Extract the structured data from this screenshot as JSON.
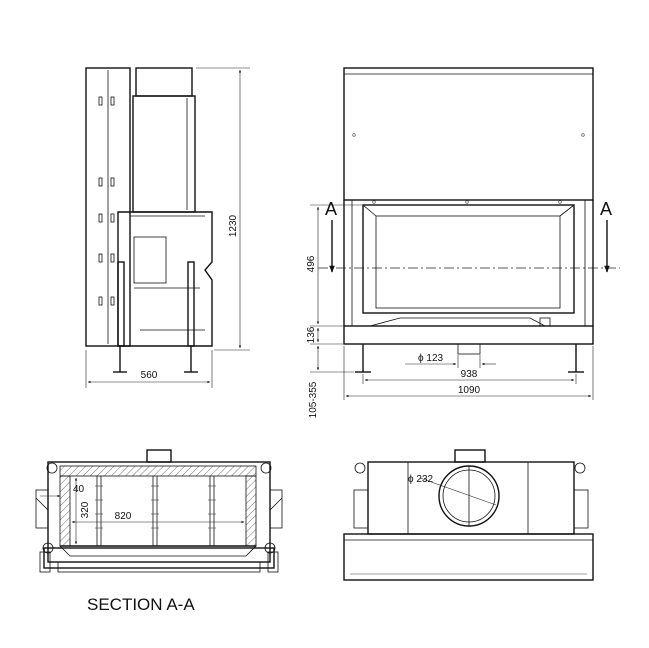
{
  "dimensions": {
    "side_height": "1230",
    "side_depth": "560",
    "front_width": "1090",
    "front_inner": "938",
    "front_glass_height": "496",
    "front_base_height": "136",
    "feet_range": "105-355",
    "flue_diameter_front": "ϕ 123",
    "plan_depth_40": "40",
    "plan_depth_320": "320",
    "plan_width_820": "820",
    "flue_diameter_plan": "ϕ 232"
  },
  "section": {
    "marker_left": "A",
    "marker_right": "A",
    "caption": "SECTION A-A"
  },
  "colors": {
    "line": "#111111",
    "background": "#ffffff"
  }
}
